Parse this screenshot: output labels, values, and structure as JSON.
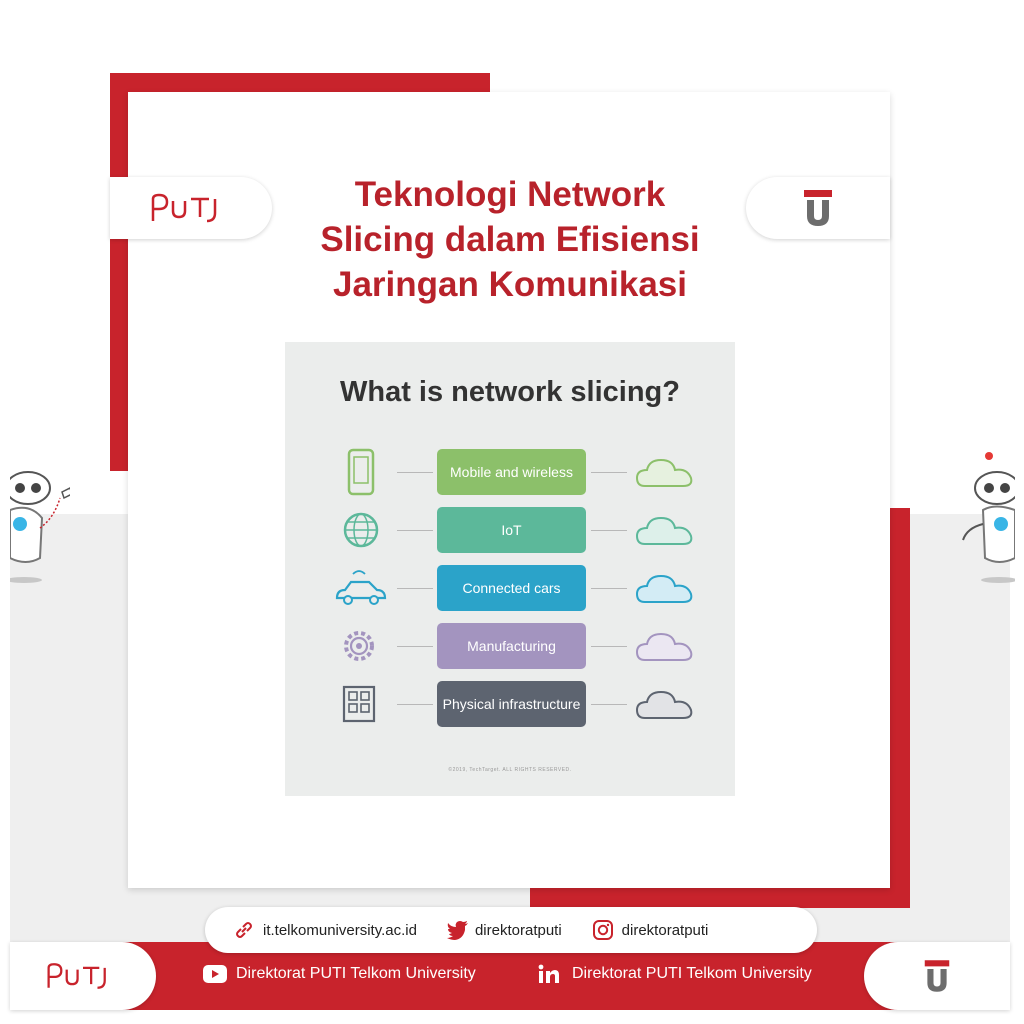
{
  "header": {
    "title_lines": [
      "Teknologi Network",
      "Slicing dalam Efisiensi",
      "Jaringan Komunikasi"
    ],
    "logo_left": "puti-logo",
    "logo_right": "telkom-university-logo"
  },
  "infographic": {
    "title": "What is network slicing?",
    "copyright": "©2019, TechTarget. ALL RIGHTS RESERVED.",
    "rows": [
      {
        "label": "Mobile and wireless",
        "icon": "smartphone-icon",
        "color": "#8cc06a"
      },
      {
        "label": "IoT",
        "icon": "globe-icon",
        "color": "#5cb89a"
      },
      {
        "label": "Connected cars",
        "icon": "connected-car-icon",
        "color": "#2ba3c9"
      },
      {
        "label": "Manufacturing",
        "icon": "gear-icon",
        "color": "#a394bf"
      },
      {
        "label": "Physical infrastructure",
        "icon": "building-icon",
        "color": "#5d6470"
      }
    ]
  },
  "social": {
    "website": "it.telkomuniversity.ac.id",
    "twitter": "direktoratputi",
    "instagram": "direktoratputi"
  },
  "footer": {
    "youtube": "Direktorat PUTI Telkom University",
    "linkedin": "Direktorat PUTI Telkom University"
  },
  "colors": {
    "brand_red": "#c8232c",
    "title_red": "#b8222b"
  }
}
